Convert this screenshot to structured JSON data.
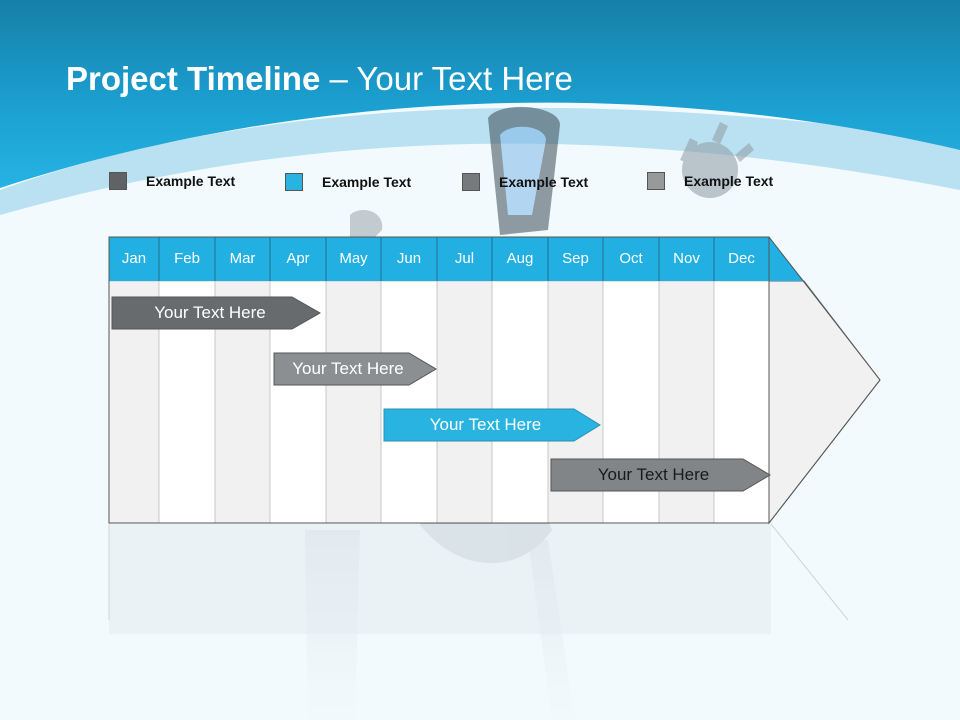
{
  "title": {
    "bold": "Project Timeline",
    "rest": " – Your Text Here"
  },
  "legend": [
    {
      "label": "Example Text",
      "color": "#5f6366"
    },
    {
      "label": "Example Text",
      "color": "#29b3e0"
    },
    {
      "label": "Example Text",
      "color": "#767a7d"
    },
    {
      "label": "Example Text",
      "color": "#97999b"
    }
  ],
  "months": [
    "Jan",
    "Feb",
    "Mar",
    "Apr",
    "May",
    "Jun",
    "Jul",
    "Aug",
    "Sep",
    "Oct",
    "Nov",
    "Dec"
  ],
  "bars": [
    {
      "label": "Your  Text Here",
      "color": "#676b6d",
      "text_color": "#ffffff"
    },
    {
      "label": "Your  Text Here",
      "color": "#8c8f91",
      "text_color": "#ffffff"
    },
    {
      "label": "Your  Text Here",
      "color": "#29b3e0",
      "text_color": "#ffffff"
    },
    {
      "label": "Your  Text Here",
      "color": "#828587",
      "text_color": "#1a1a1a"
    }
  ],
  "colors": {
    "header_blue": "#22b0e2",
    "shade_column": "#f1f1f1"
  }
}
